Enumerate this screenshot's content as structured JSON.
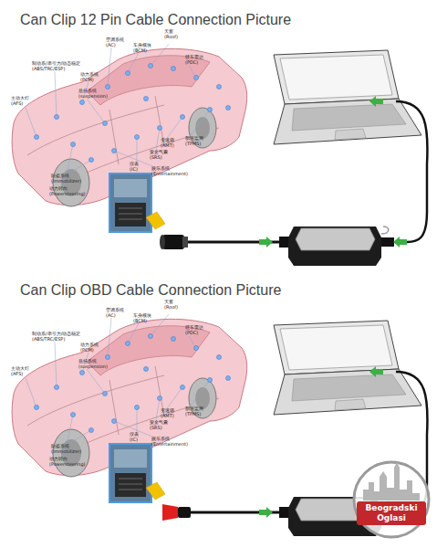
{
  "diagram": {
    "labels": [
      "Can Clip 12 Pin Cable Connection Picture",
      "制动系/牵引力/动态稳定",
      "(ABS/TRC/ESP)",
      "空调系统",
      "(AC)",
      "车身模块",
      "(BCM)",
      "天窗",
      "(Roof)",
      "驻车雷达",
      "(PDC)",
      "动力系统",
      "(PCM)",
      "悬挂系统",
      "(suspension)",
      "主动大灯",
      "(AFS)",
      "胎压监测",
      "(TPMS)",
      "变速箱",
      "(AMT)",
      "安全气囊",
      "(SRS)",
      "仪表",
      "(IC)",
      "娱乐系统",
      "(Entertainment)",
      "防盗系统",
      "(Immobilizer)",
      "动力转向",
      "(Powersteering)",
      "Can Clip OBD Cable Connection Picture",
      "制动系/牵引力/动态稳定",
      "(ABS/TRC/ESP)",
      "空调系统",
      "(AC)",
      "车身模块",
      "(BCM)",
      "天窗",
      "(Roof)",
      "驻车雷达",
      "(PDC)",
      "动力系统",
      "(PCM)",
      "悬挂系统",
      "(suspension)",
      "主动大灯",
      "(AFS)",
      "胎压监测",
      "(TPMS)",
      "变速箱",
      "(AMT)",
      "安全气囊",
      "(SRS)",
      "仪表",
      "(IC)",
      "娱乐系统",
      "(Entertainment)",
      "防盗系统",
      "(Immobilizer)",
      "动力转向",
      "(Powersteering)",
      "Beogradski Oglasi"
    ]
  }
}
